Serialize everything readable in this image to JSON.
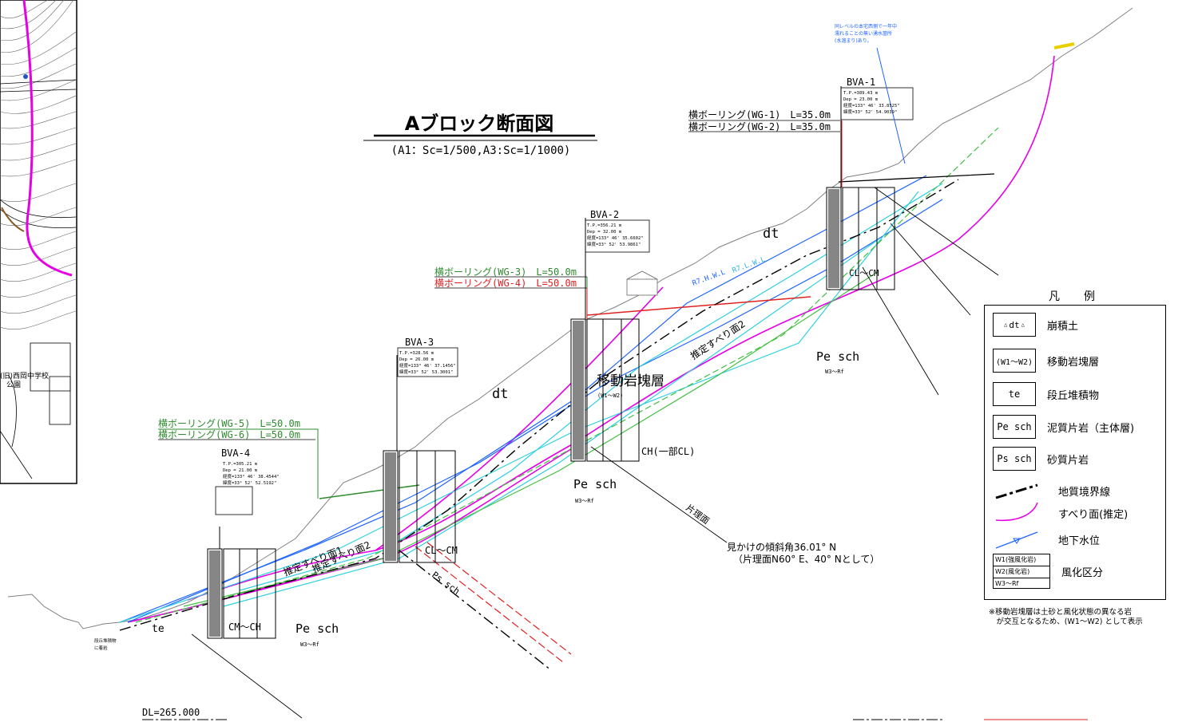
{
  "title": {
    "main": "Aブロック断面図",
    "scale": "(A1：Sc=1/500,A3:Sc=1/1000)"
  },
  "map": {
    "school_label": "(旧)西岡中学校",
    "park_label": "公園"
  },
  "boreholes": [
    {
      "id": "bva1",
      "name": "BVA-1",
      "info": [
        "T.P.=389.43 m",
        "Dep = 23.00 m",
        "経度=133° 46' 33.8525\"",
        "緯度=33° 52' 54.9039\""
      ]
    },
    {
      "id": "bva2",
      "name": "BVA-2",
      "info": [
        "T.P.=356.21 m",
        "Dep = 32.00 m",
        "経度=133° 46' 35.6602\"",
        "緯度=33° 52' 53.9861\""
      ]
    },
    {
      "id": "bva3",
      "name": "BVA-3",
      "info": [
        "T.P.=328.56 m",
        "Dep = 26.00 m",
        "経度=133° 46' 37.1456\"",
        "緯度=33° 52' 53.3001\""
      ]
    },
    {
      "id": "bva4",
      "name": "BVA-4",
      "info": [
        "T.P.=305.21 m",
        "Dep = 21.00 m",
        "経度=133° 46' 38.4544\"",
        "緯度=33° 52' 52.5192\""
      ]
    }
  ],
  "horizontal_borings": {
    "wg1": "横ボーリング(WG-1)　L=35.0m",
    "wg2": "横ボーリング(WG-2)　L=35.0m",
    "wg3": "横ボーリング(WG-3)　L=50.0m",
    "wg4": "横ボーリング(WG-4)　L=50.0m",
    "wg5": "横ボーリング(WG-5)　L=50.0m",
    "wg6": "横ボーリング(WG-6)　L=50.0m"
  },
  "annotations": {
    "water_note": [
      "同レベルの本宅西側で一年中",
      "濡れることの無い湧水箇所",
      "(水溜まり)あり。"
    ],
    "moving_block": "移動岩塊層",
    "moving_block_sub": "(W1～W2)",
    "dt_upper": "dt",
    "dt_lower": "dt",
    "te": "te",
    "pe_sch_1": "Pe sch",
    "pe_sch_1_sub": "W3～Rf",
    "pe_sch_2": "Pe sch",
    "pe_sch_2_sub": "W3～Rf",
    "pe_sch_3": "Pe sch",
    "pe_sch_3_sub": "W3～Rf",
    "ps_sch": "Ps sch",
    "ch_cl": "CH(一部CL)",
    "cl_cm_1": "CL～CM",
    "cl_cm_2": "CL～CM",
    "cm_ch": "CM～CH",
    "slip1": "推定すべり面1",
    "slip2_upper": "推定すべり面2",
    "slip2_lower": "推定すべり面2",
    "schistosity": "片理面",
    "dip_line1": "見かけの傾斜角36.01° N",
    "dip_line2": "（片理面N60° E、40° Nとして）",
    "gw_r7": "R7.H.W.L",
    "gw_r7b": "R7.L.W.L",
    "terrace_note": [
      "段丘堆積物",
      "に着岩"
    ],
    "dl": "DL=265.000"
  },
  "legend": {
    "title": "凡　例",
    "items": [
      {
        "symbol": "dt",
        "label": "崩積土"
      },
      {
        "symbol": "(W1～W2)",
        "label": "移動岩塊層"
      },
      {
        "symbol": "te",
        "label": "段丘堆積物"
      },
      {
        "symbol": "Pe sch",
        "label": "泥質片岩（主体層)"
      },
      {
        "symbol": "Ps sch",
        "label": "砂質片岩"
      },
      {
        "symbol": "",
        "label": "地質境界線"
      },
      {
        "symbol": "",
        "label": "すべり面(推定)"
      },
      {
        "symbol": "",
        "label": "地下水位"
      },
      {
        "symbol": "W1(強風化岩)|W2(風化岩)|W3～Rf",
        "label": "風化区分"
      }
    ],
    "note": "※移動岩塊層は土砂と風化状態の異なる岩\n　が交互となるため、(W1～W2) として表示"
  },
  "colors": {
    "slip": "#e600e6",
    "water": "#1e64ff",
    "wg_green": "#2e8b2e",
    "wg_red": "#e02020",
    "cyan": "#30d0e0",
    "lime": "#40c040",
    "ground": "#808080"
  }
}
